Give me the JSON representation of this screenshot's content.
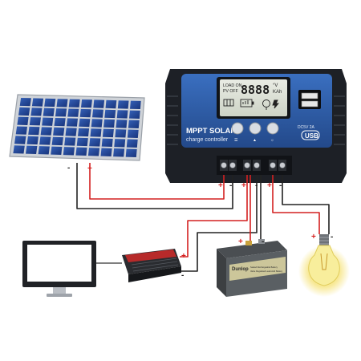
{
  "controller": {
    "title": "MPPT SOLAR",
    "subtitle": "charge controller",
    "usb_spec": "DC5V 2A",
    "usb_badge": "USB",
    "lcd": {
      "label_load_on": "LOAD ON",
      "label_pv_off": "PV OFF",
      "digits": "8888",
      "unit_voltage": "°V",
      "unit_kah": "KAh"
    }
  },
  "battery": {
    "brand": "Dunlop",
    "text_line1": "Sealed Rechargeable Battery",
    "text_line2": "Valve Regulated Lead-Acid Battery"
  },
  "polarity": {
    "plus": "+",
    "minus": "-"
  },
  "colors": {
    "controller_blue": "#2f5fa8",
    "controller_dark": "#1c1f24",
    "positive_wire": "#d42020",
    "negative_wire": "#222222",
    "panel_cell": "#1e3f8c",
    "bulb_glow": "#f6e37a"
  }
}
